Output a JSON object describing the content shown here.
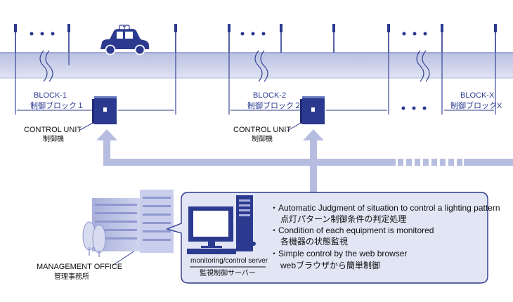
{
  "blocks": [
    {
      "name": "BLOCK-1",
      "jp": "制御ブロック１"
    },
    {
      "name": "BLOCK-2",
      "jp": "制御ブロック２"
    },
    {
      "name": "BLOCK-X",
      "jp": "制御ブロックX"
    }
  ],
  "control_unit": {
    "en": "CONTROL UNIT",
    "jp": "制御機"
  },
  "office": {
    "en": "MANAGEMENT OFFICE",
    "jp": "管理事務所"
  },
  "server": {
    "en": "monitoring/control server",
    "jp": "監視制御サーバー"
  },
  "features": [
    {
      "en": "・Automatic Judgment  of situation to control a lighting pattern",
      "jp": "点灯パターン制御条件の判定処理"
    },
    {
      "en": "・Condition of each equipment is monitored",
      "jp": "各機器の状態監視"
    },
    {
      "en": "・Simple control by the web browser",
      "jp": "webブラウザから簡単制御"
    }
  ],
  "car_letter": "T",
  "colors": {
    "road": "#c5cbe6",
    "road_edge": "#8a93c8",
    "navy": "#2b3a8f",
    "arrow": "#b7bde0",
    "panel": "#e2e5f4"
  }
}
